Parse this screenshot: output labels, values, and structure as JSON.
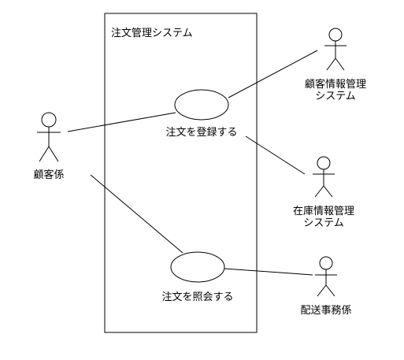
{
  "system": {
    "title": "注文管理システム"
  },
  "use_cases": {
    "register": "注文を登録する",
    "inquire": "注文を照会する"
  },
  "actors": {
    "customer_clerk": "顧客係",
    "customer_info_system": {
      "line1": "顧客情報管理",
      "line2": "システム"
    },
    "inventory_info_system": {
      "line1": "在庫情報管理",
      "line2": "システム"
    },
    "delivery_clerk": "配送事務係"
  }
}
